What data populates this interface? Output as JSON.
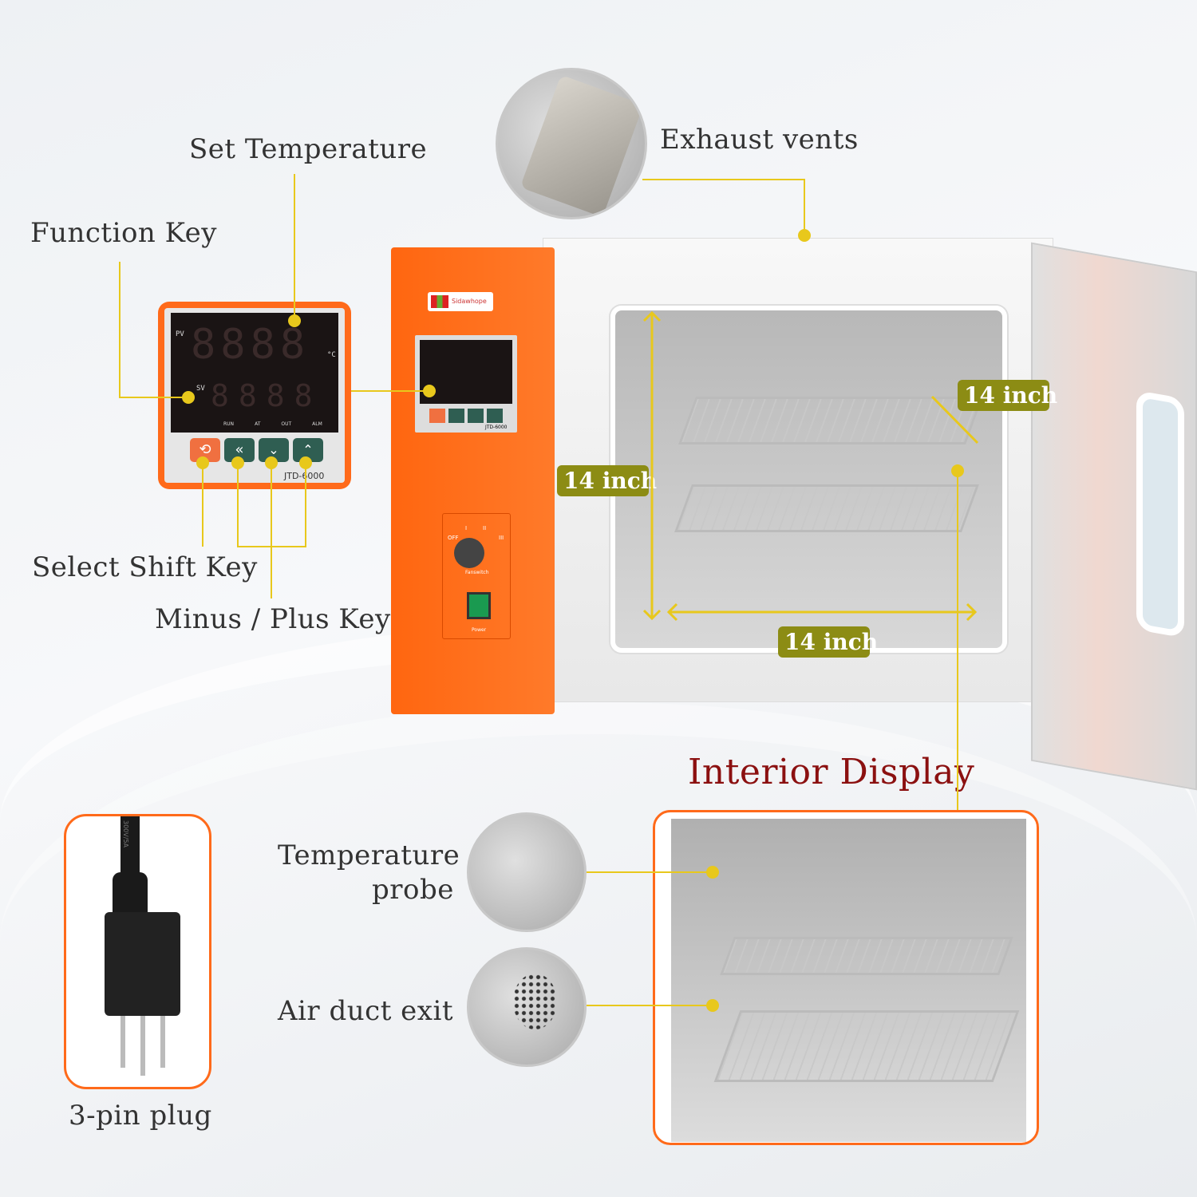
{
  "labels": {
    "set_temperature": "Set Temperature",
    "function_key": "Function Key",
    "select_shift_key": "Select Shift Key",
    "minus_plus_key": "Minus / Plus Key",
    "exhaust_vents": "Exhaust vents",
    "interior_display": "Interior Display",
    "temperature_probe_line1": "Temperature",
    "temperature_probe_line2": "probe",
    "air_duct_exit": "Air duct exit",
    "plug": "3-pin plug"
  },
  "dimensions": {
    "width": "14 inch",
    "height": "14 inch",
    "depth": "14 inch"
  },
  "controller": {
    "pv": "PV",
    "sv": "SV",
    "unit": "°C",
    "digits": "8888",
    "indicators": [
      "RUN",
      "AT",
      "OUT",
      "ALM"
    ],
    "model": "JTD-6000"
  },
  "panel": {
    "brand": "Sidawhope",
    "fan_positions": [
      "OFF",
      "I",
      "II",
      "III"
    ],
    "fan_label": "Fanswitch",
    "power_label": "Power"
  },
  "plug_cable_text": "300V/5A",
  "colors": {
    "accent": "#ff6a1a",
    "line": "#e8c81c",
    "badge": "#8c8c14",
    "title": "#8b1010"
  }
}
